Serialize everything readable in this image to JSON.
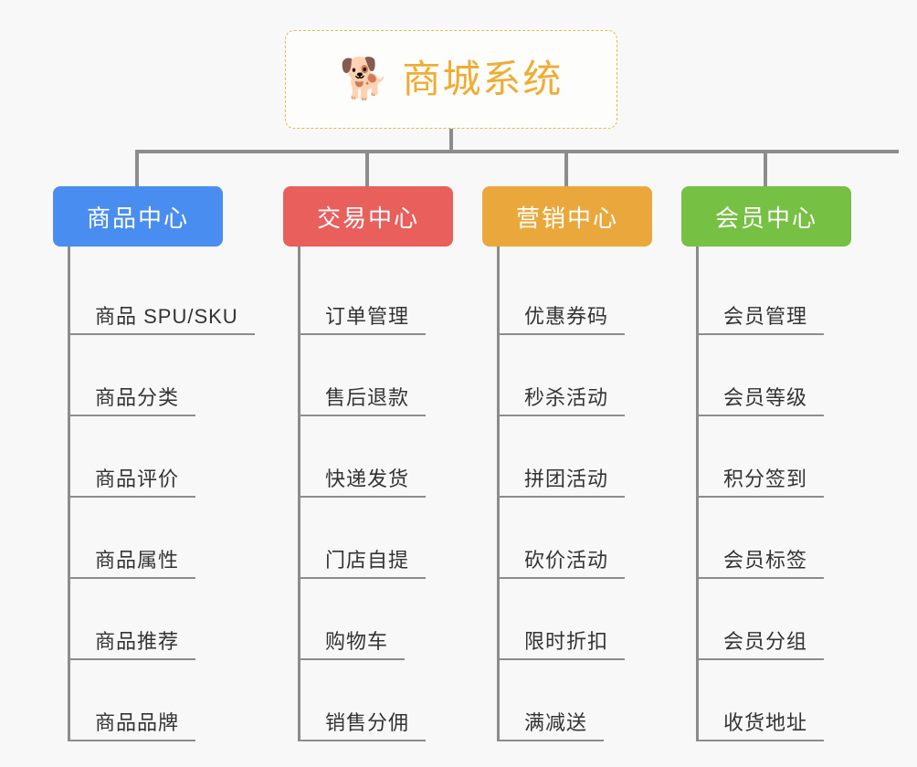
{
  "page": {
    "background_color": "#f8f8f8",
    "line_color": "#8c8c8c",
    "text_color": "#333333"
  },
  "root": {
    "icon": "shiba-inu-dog-face-emoji",
    "icon_glyph": "🐕",
    "title": "商城系统",
    "title_color": "#f0ac33",
    "border_color": "#e8b84b",
    "border_style": "dashed"
  },
  "categories": [
    {
      "label": "商品中心",
      "color": "#4a8df0",
      "items": [
        "商品 SPU/SKU",
        "商品分类",
        "商品评价",
        "商品属性",
        "商品推荐",
        "商品品牌"
      ]
    },
    {
      "label": "交易中心",
      "color": "#e95f5c",
      "items": [
        "订单管理",
        "售后退款",
        "快递发货",
        "门店自提",
        "购物车",
        "销售分佣"
      ]
    },
    {
      "label": "营销中心",
      "color": "#eaa83c",
      "items": [
        "优惠券码",
        "秒杀活动",
        "拼团活动",
        "砍价活动",
        "限时折扣",
        "满减送"
      ]
    },
    {
      "label": "会员中心",
      "color": "#76c043",
      "items": [
        "会员管理",
        "会员等级",
        "积分签到",
        "会员标签",
        "会员分组",
        "收货地址"
      ]
    }
  ]
}
